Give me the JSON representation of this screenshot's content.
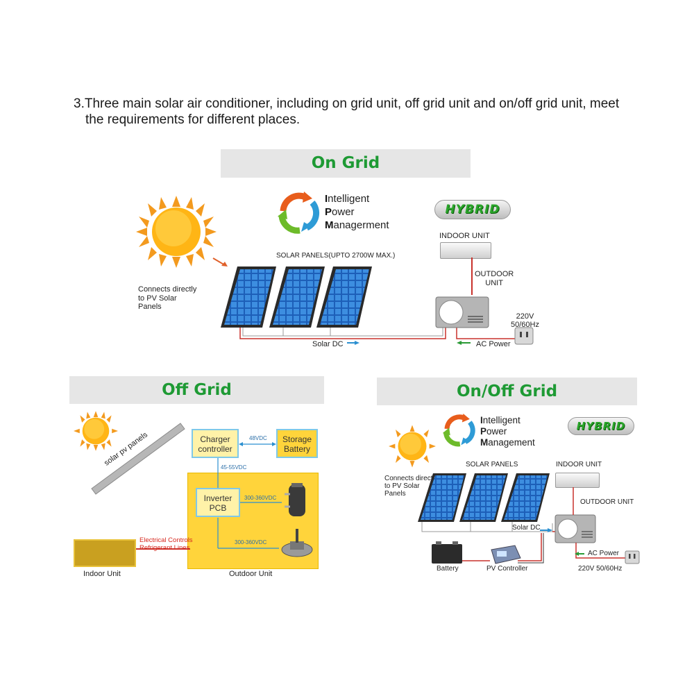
{
  "intro": {
    "line1": "3.Three main solar air conditioner, including on grid unit, off grid unit and on/off grid unit, meet",
    "line2": "the requirements for different places."
  },
  "on_grid": {
    "title": "On Grid",
    "ipm": [
      "I",
      "ntelligent",
      "P",
      "ower",
      "M",
      "anagerment"
    ],
    "hybrid": "HYBRID",
    "panels_label": "SOLAR PANELS(UPTO  2700W  MAX.)",
    "connects_label": [
      "Connects directly",
      "to PV Solar",
      "Panels"
    ],
    "indoor_label": "INDOOR UNIT",
    "outdoor_label": [
      "OUTDOOR",
      "UNIT"
    ],
    "mains_label": [
      "220V",
      "50/60Hz"
    ],
    "solar_dc": "Solar DC",
    "ac_power": "AC Power"
  },
  "off_grid": {
    "title": "Off Grid",
    "pv_label": "solar pv panels",
    "charger": [
      "Charger",
      "controller"
    ],
    "storage": [
      "Storage",
      "Battery"
    ],
    "v48": "48VDC",
    "v45": "45-55VDC",
    "inverter": [
      "Inverter",
      "PCB"
    ],
    "v300a": "300-360VDC",
    "v300b": "300-360VDC",
    "electrical": [
      "Electrical Controls",
      "Refrigerant Lines"
    ],
    "indoor": "Indoor Unit",
    "outdoor": "Outdoor Unit"
  },
  "onoff_grid": {
    "title": "On/Off Grid",
    "ipm": [
      "I",
      "ntelligent",
      "P",
      "ower",
      "M",
      "anagement"
    ],
    "hybrid": "HYBRID",
    "panels_label": "SOLAR PANELS",
    "connects_label": [
      "Connects directly",
      "to PV Solar",
      "Panels"
    ],
    "indoor_label": "INDOOR UNIT",
    "outdoor_label": "OUTDOOR  UNIT",
    "solar_dc": "Solar DC",
    "ac_power": "AC Power",
    "mains": "220V 50/60Hz",
    "battery": "Battery",
    "pv_controller": "PV Controller"
  },
  "colors": {
    "title_green": "#1e9a34",
    "banner_bg": "#e6e6e6",
    "yellow": "#ffcc33",
    "box_yellow": "#fff2a8",
    "wire_red": "#c8312b",
    "wire_blue": "#2b8fd0"
  }
}
